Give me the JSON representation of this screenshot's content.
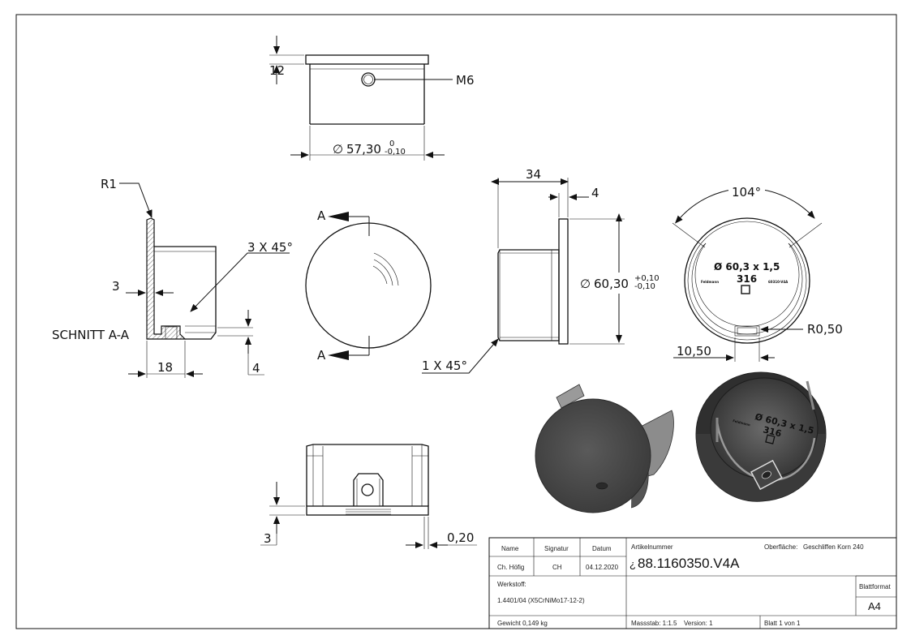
{
  "views": {
    "top": {
      "height_dim": "12",
      "thread_label": "M6",
      "diameter_value": "57,30",
      "tol_upper": "0",
      "tol_lower": "-0,10"
    },
    "section": {
      "radius_label": "R1",
      "chamfer_label": "3 X 45°",
      "wall_dim": "3",
      "title": "SCHNITT A-A",
      "depth_dim": "18",
      "slot_dim": "4"
    },
    "front": {
      "section_mark_top": "A",
      "section_mark_bottom": "A"
    },
    "side": {
      "length_dim": "34",
      "flange_dim": "4",
      "diameter_value": "60,30",
      "tol_upper": "+0,10",
      "tol_lower": "-0,10",
      "chamfer_label": "1 X 45°"
    },
    "rear": {
      "angle_label": "104°",
      "radius_label": "R0,50",
      "width_dim": "10,50",
      "engraving_size": "Ø 60,3 x 1,5",
      "engraving_material": "316",
      "engraving_left": "Feldmann",
      "engraving_right": "60310-V4A"
    },
    "bottom": {
      "thickness_dim": "3",
      "gap_dim": "0,20"
    },
    "iso_right": {
      "engraving_size": "Ø 60,3 x 1,5",
      "engraving_material": "316",
      "engraving_left": "Feldmann"
    }
  },
  "title_block": {
    "h_name": "Name",
    "h_signatur": "Signatur",
    "h_datum": "Datum",
    "name": "Ch. Höfig",
    "signatur": "CH",
    "datum": "04.12.2020",
    "artikel_label": "Artikelnummer",
    "article_prefix": "¿",
    "article_number": "88.1160350.V4A",
    "surface_label": "Oberfläche:",
    "surface_value": "Geschliffen Korn 240",
    "werkstoff_label": "Werkstoff:",
    "werkstoff_value": "1.4401/04 (X5CrNiMo17-12-2)",
    "blattformat_label": "Blattformat",
    "blattformat_value": "A4",
    "gewicht": "Gewicht 0,149 kg",
    "massstab": "Massstab: 1:1.5",
    "version": "Version: 1",
    "blatt": "Blatt 1 von 1"
  }
}
